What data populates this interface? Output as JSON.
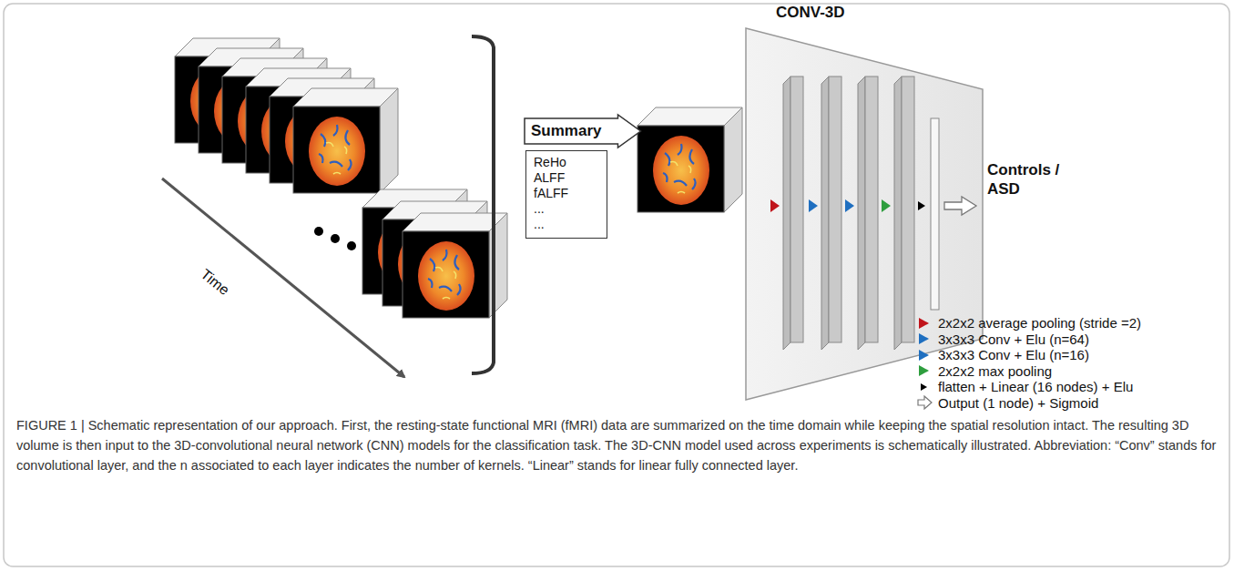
{
  "diagram": {
    "caption": "FIGURE 1 | Schematic representation of our approach. First, the resting-state functional MRI (fMRI) data are summarized on the time domain while keeping the spatial resolution intact. The resulting 3D volume is then input to the 3D-convolutional neural network (CNN) models for the classification task. The 3D-CNN model used across experiments is schematically illustrated. Abbreviation: “Conv” stands for convolutional layer, and the n associated to each layer indicates the number of kernels. “Linear” stands for linear fully connected layer.",
    "nodes": [
      {
        "text": [
          "Summary"
        ]
      },
      {
        "text": [
          "ReHo",
          "ALFF",
          "fALFF",
          "...",
          "..."
        ]
      },
      {
        "text": [
          "CONV-3D"
        ]
      }
    ],
    "labels": [
      "Time",
      "Controls / ASD"
    ],
    "legend": [
      {
        "text": "2x2x2 average pooling (stride =2)",
        "color": "#c0141b"
      },
      {
        "text": "3x3x3 Conv + Elu (n=64)",
        "color": "#1f6fc0"
      },
      {
        "text": "3x3x3 Conv + Elu (n=16)",
        "color": "#1f6fc0"
      },
      {
        "text": "2x2x2 max pooling",
        "color": "#2e9e3e"
      },
      {
        "text": "flatten + Linear (16 nodes) + Elu"
      },
      {
        "text": "Output (1 node) + Sigmoid"
      }
    ]
  }
}
